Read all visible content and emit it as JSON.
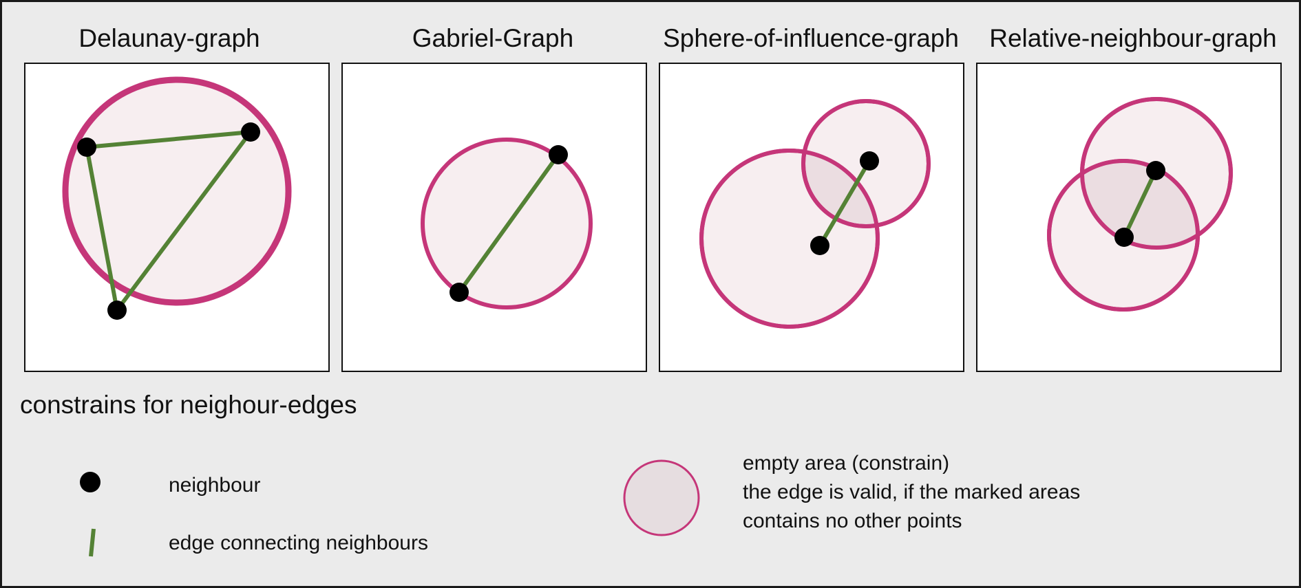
{
  "panels": [
    {
      "title": "Delaunay-graph"
    },
    {
      "title": "Gabriel-Graph"
    },
    {
      "title": "Sphere-of-influence-graph"
    },
    {
      "title": "Relative-neighbour-graph"
    }
  ],
  "legend": {
    "heading": "constrains for neighour-edges",
    "neighbour_label": "neighbour",
    "edge_label": "edge connecting neighbours",
    "area_lines": [
      "empty area (constrain)",
      "the edge is valid, if the marked areas",
      "contains no other points"
    ]
  },
  "colors": {
    "background": "#ebebeb",
    "panel": "#ffffff",
    "circle_stroke": "#c53679",
    "circle_fill": "#f7eef0",
    "overlap_fill": "#ebdde1",
    "edge": "#548235",
    "node": "#000000",
    "legend_circle_fill": "#e6dde0"
  }
}
